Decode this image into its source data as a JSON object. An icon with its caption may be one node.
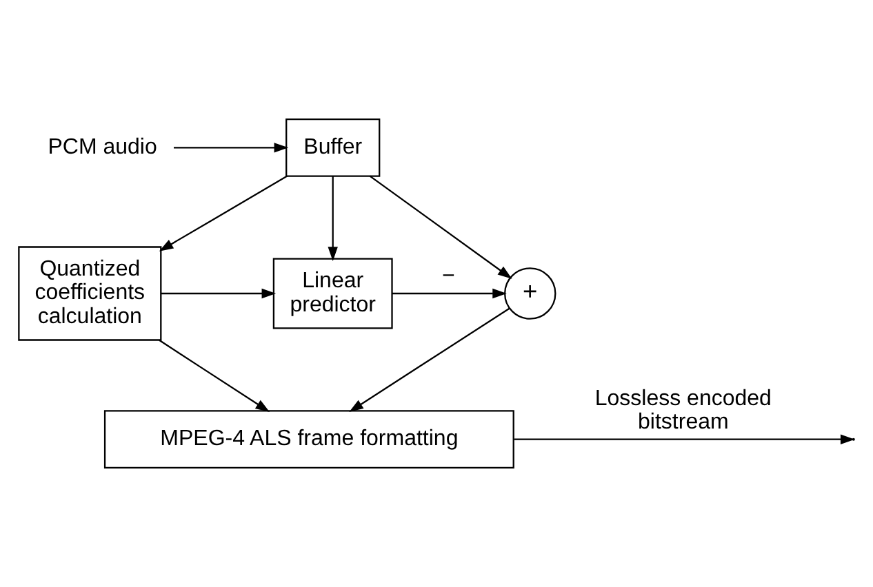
{
  "diagram": {
    "nodes": [
      {
        "text": [
          "PCM audio"
        ]
      },
      {
        "text": [
          "Buffer"
        ]
      },
      {
        "text": [
          "Quantized coefficients calculation"
        ]
      },
      {
        "text": [
          "Linear predictor"
        ]
      },
      {
        "text": [
          "+"
        ]
      },
      {
        "text": [
          "MPEG-4 ALS frame formatting"
        ]
      }
    ],
    "edges": [
      {
        "from": 0,
        "to": 1,
        "arrow": "to"
      },
      {
        "from": 1,
        "to": 2,
        "arrow": "to"
      },
      {
        "from": 1,
        "to": 3,
        "arrow": "to"
      },
      {
        "from": 1,
        "to": 4,
        "arrow": "to"
      },
      {
        "from": 2,
        "to": 3,
        "arrow": "to"
      },
      {
        "from": 3,
        "to": 4,
        "arrow": "to",
        "label": "−"
      },
      {
        "from": 2,
        "to": 5,
        "arrow": "to"
      },
      {
        "from": 4,
        "to": 5,
        "arrow": "to"
      },
      {
        "from": 5,
        "to": null,
        "arrow": "to",
        "label": "Lossless encoded bitstream"
      }
    ]
  }
}
